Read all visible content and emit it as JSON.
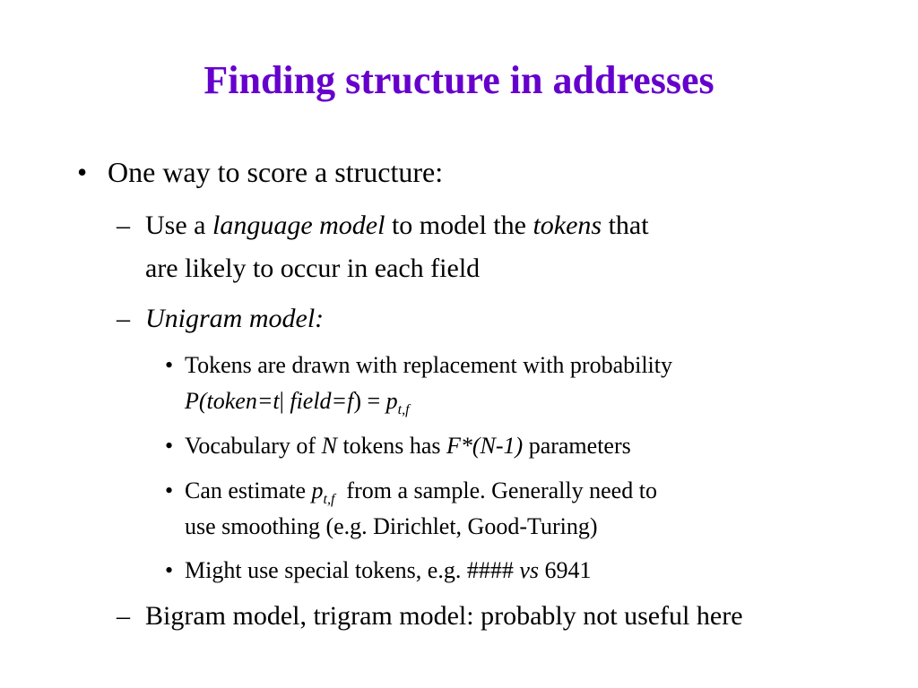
{
  "slide": {
    "title": "Finding structure in addresses",
    "bullet_char": "•",
    "dash_char": "–",
    "b1": "One way to score a structure:",
    "s1": {
      "t1": "Use a ",
      "t2": "language model",
      "t3": " to model the ",
      "t4": "tokens",
      "t5": " that",
      "line2": "are likely to occur in each field"
    },
    "s2": "Unigram model:",
    "p1": {
      "line1": "Tokens are drawn with replacement with probability",
      "f1": "P(token=t",
      "f2": "| ",
      "f3": "field=f",
      "f4": ") = ",
      "f5": "p",
      "f6": "t,f"
    },
    "p2": {
      "t1": "Vocabulary of ",
      "t2": "N",
      "t3": " tokens has ",
      "t4": "F*(N-1)",
      "t5": " parameters"
    },
    "p3": {
      "t1": "Can estimate ",
      "t2": "p",
      "t3": "t,f",
      "t4": "  from a sample. Generally need to",
      "line2": "use smoothing (e.g. Dirichlet, Good-Turing)"
    },
    "p4": {
      "t1": "Might use special tokens, e.g. #### ",
      "t2": "vs",
      "t3": " 6941"
    },
    "s3": "Bigram model, trigram model: probably not useful here"
  }
}
